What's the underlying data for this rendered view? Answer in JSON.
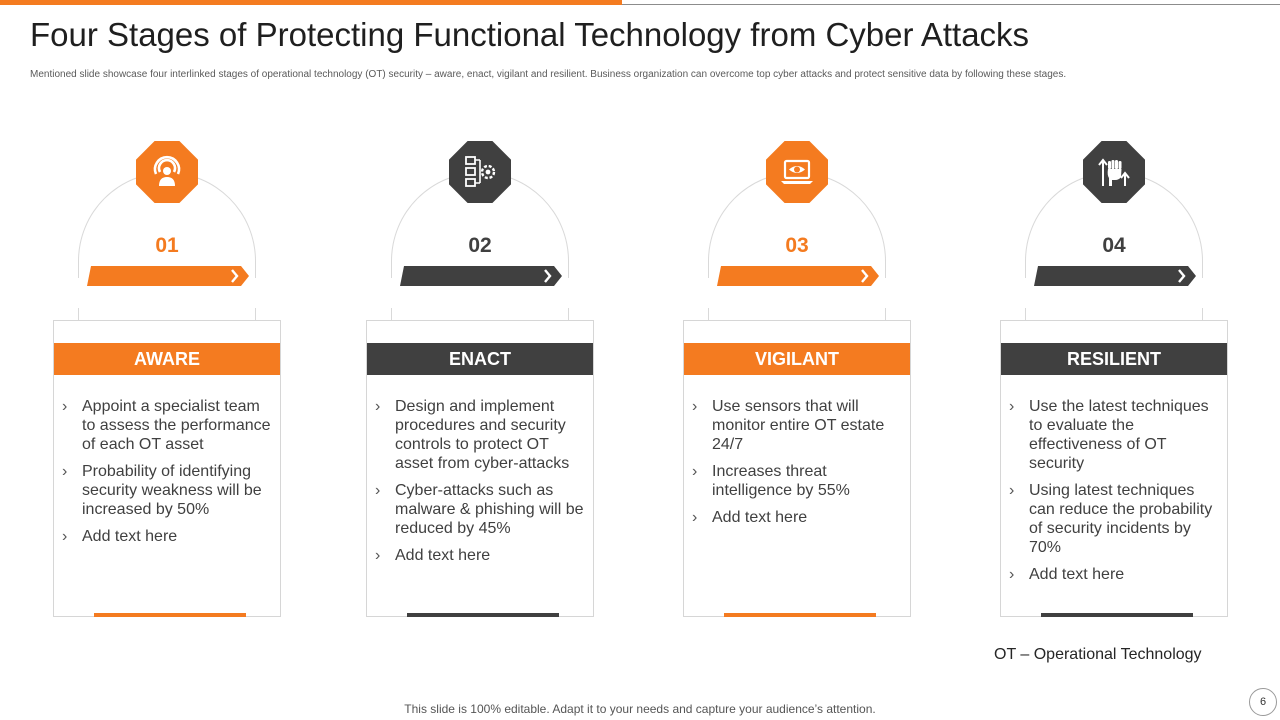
{
  "slide": {
    "title": "Four Stages of Protecting Functional Technology from Cyber Attacks",
    "subtitle": "Mentioned slide showcase four interlinked stages of operational technology (OT) security – aware, enact, vigilant and resilient. Business organization can overcome top cyber attacks and protect sensitive data by following these stages.",
    "footnote": "OT – Operational Technology",
    "footer": "This slide is 100% editable. Adapt it to your needs and capture your audience’s attention.",
    "page_number": "6"
  },
  "colors": {
    "orange": "#f47b20",
    "dark": "#404040",
    "text": "#404040"
  },
  "stages": [
    {
      "number": "01",
      "name": "AWARE",
      "icon": "broadcast-person-icon",
      "color": "orange",
      "bullets": [
        "Appoint a specialist team to assess the performance of each OT asset",
        "Probability of identifying security weakness will be increased by 50%",
        "Add text here"
      ]
    },
    {
      "number": "02",
      "name": "ENACT",
      "icon": "document-gear-icon",
      "color": "dark",
      "bullets": [
        "Design and implement procedures and security controls to protect OT asset from cyber-attacks",
        "Cyber-attacks such as malware & phishing will be reduced by 45%",
        "Add text here"
      ]
    },
    {
      "number": "03",
      "name": "VIGILANT",
      "icon": "laptop-eye-icon",
      "color": "orange",
      "bullets": [
        "Use sensors that will monitor entire OT estate 24/7",
        "Increases threat intelligence by 55%",
        "Add text here"
      ]
    },
    {
      "number": "04",
      "name": "RESILIENT",
      "icon": "fist-arrows-icon",
      "color": "dark",
      "bullets": [
        "Use the latest techniques to evaluate the effectiveness of OT security",
        "Using latest techniques can reduce the probability of security incidents by 70%",
        "Add text here"
      ]
    }
  ]
}
